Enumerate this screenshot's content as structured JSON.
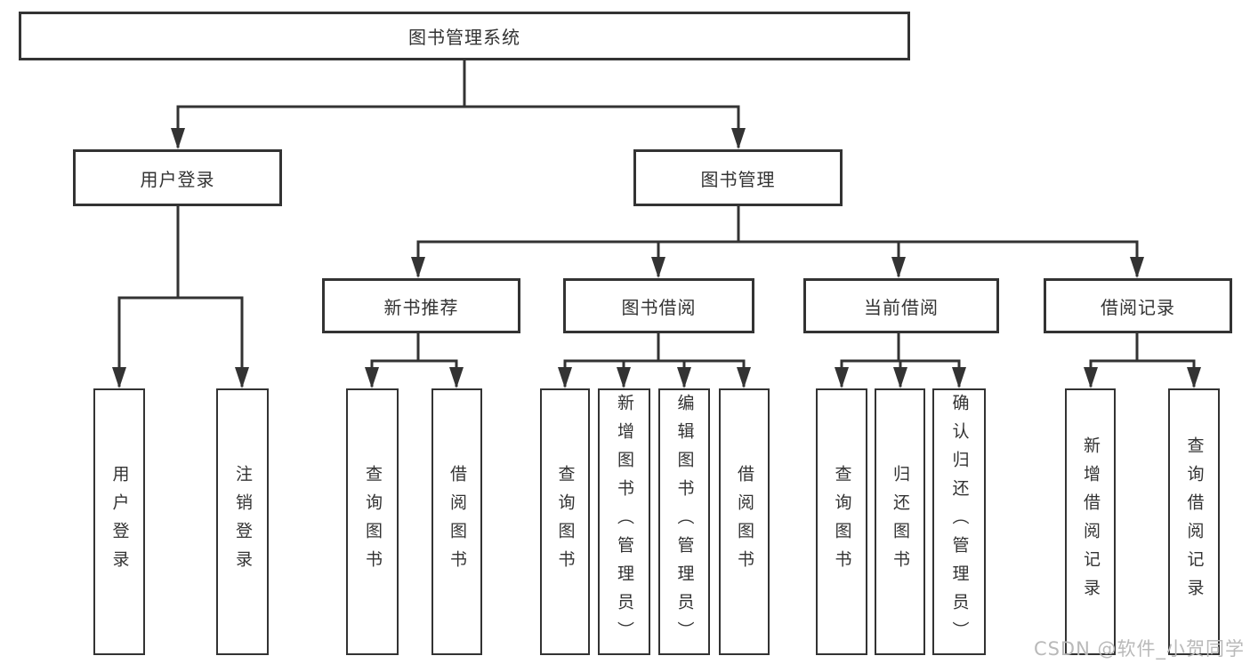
{
  "colors": {
    "line": "#333333",
    "text": "#333333",
    "box_background": "#ffffff",
    "watermark": "#b9b9b9"
  },
  "watermark": "CSDN @软件_小贺同学",
  "tree": {
    "root": "图书管理系统",
    "branches": [
      {
        "label": "用户登录",
        "leaves": [
          "用户登录",
          "注销登录"
        ]
      },
      {
        "label": "图书管理",
        "groups": [
          {
            "label": "新书推荐",
            "leaves": [
              "查询图书",
              "借阅图书"
            ]
          },
          {
            "label": "图书借阅",
            "leaves": [
              "查询图书",
              "新增图书（管理员）",
              "编辑图书（管理员）",
              "借阅图书"
            ]
          },
          {
            "label": "当前借阅",
            "leaves": [
              "查询图书",
              "归还图书",
              "确认归还（管理员）"
            ]
          },
          {
            "label": "借阅记录",
            "leaves": [
              "新增借阅记录",
              "查询借阅记录"
            ]
          }
        ]
      }
    ]
  }
}
